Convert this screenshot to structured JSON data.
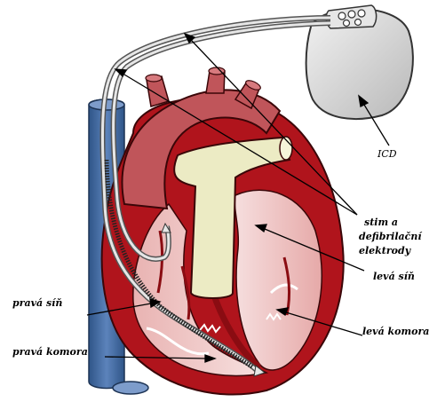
{
  "labels": {
    "icd": "ICD",
    "electrodes_line1": "stim a",
    "electrodes_line2": "defibrilační",
    "electrodes_line3": "elektrody",
    "left_atrium": "levá síň",
    "right_atrium": "pravá síň",
    "left_ventricle": "levá komora",
    "right_ventricle": "pravá komora"
  },
  "colors": {
    "vein_blue": "#4a6fa5",
    "muscle_red": "#b0141c",
    "aorta_red": "#c0555a",
    "chamber_pink": "#f2cccb",
    "pulmonary_cream": "#ecebc4",
    "device_gray": "#cfcfcf"
  }
}
